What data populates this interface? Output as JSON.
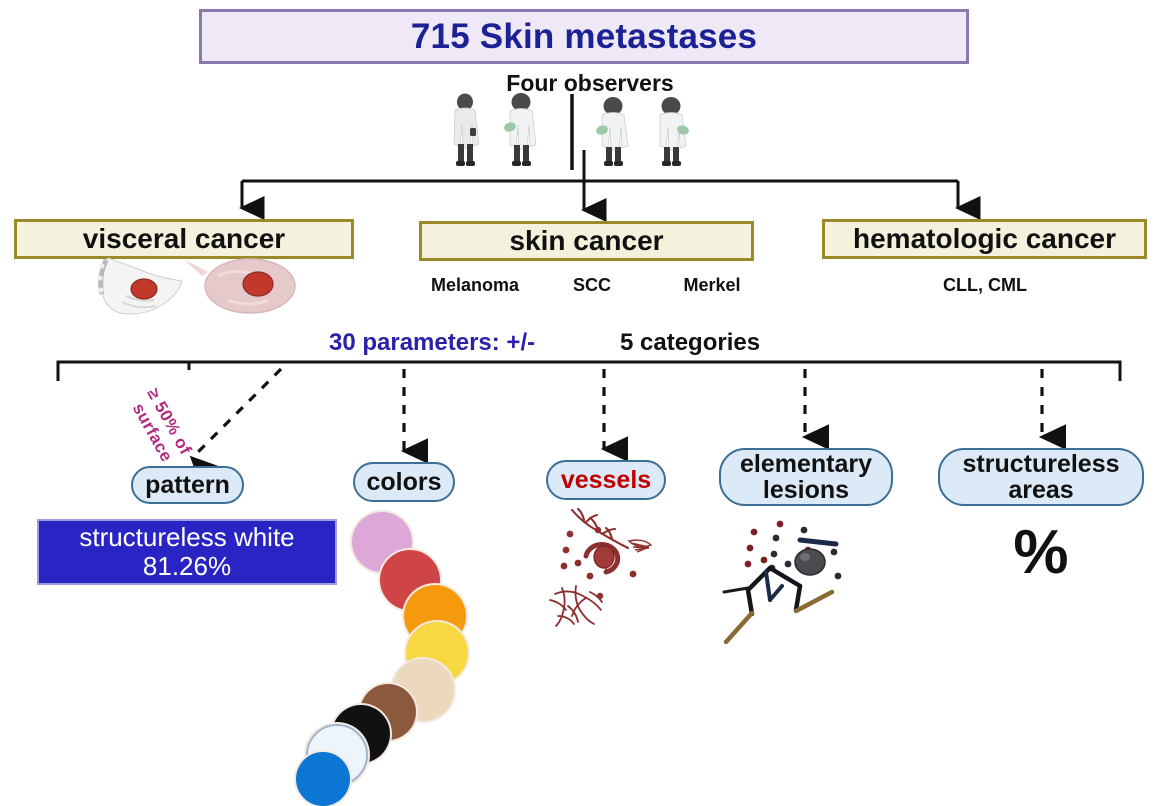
{
  "title": {
    "text": "715 Skin metastases",
    "box_bg": "#efe9f7",
    "border": "#8b79ae",
    "text_color": "#1c2196"
  },
  "observers": {
    "label": "Four observers",
    "count": 4,
    "icon": "doctor-figure-icon"
  },
  "cancer_groups": [
    {
      "id": "visceral",
      "label": "visceral cancer",
      "subtypes": [],
      "illustration": "breast-and-organ-tumor-icon"
    },
    {
      "id": "skin",
      "label": "skin cancer",
      "subtypes": [
        "Melanoma",
        "SCC",
        "Merkel"
      ],
      "illustration": ""
    },
    {
      "id": "hematologic",
      "label": "hematologic cancer",
      "subtypes": [
        "CLL, CML"
      ],
      "illustration": ""
    }
  ],
  "parameters_line": {
    "blue_text": "30 parameters: +/-",
    "black_text": "5 categories",
    "blue_color": "#2a21a8"
  },
  "categories": [
    {
      "id": "pattern",
      "label": "pattern",
      "label_color": "#111111",
      "annotation": {
        "line1": "≥ 50% of",
        "line2": "surface",
        "color": "#b3297f"
      }
    },
    {
      "id": "colors",
      "label": "colors",
      "label_color": "#111111"
    },
    {
      "id": "vessels",
      "label": "vessels",
      "label_color": "#c00000"
    },
    {
      "id": "lesions",
      "label_line1": "elementary",
      "label_line2": "lesions",
      "label_color": "#111111"
    },
    {
      "id": "structureless",
      "label_line1": "structureless",
      "label_line2": "areas",
      "label_color": "#111111",
      "value_glyph": "%"
    }
  ],
  "result": {
    "line1": "structureless white",
    "line2": "81.26%",
    "bg": "#2a24c4",
    "text_color": "#ffffff"
  },
  "color_swatches": [
    {
      "name": "pink",
      "hex": "#dda7d8"
    },
    {
      "name": "red",
      "hex": "#cf4545"
    },
    {
      "name": "orange",
      "hex": "#f59a0c"
    },
    {
      "name": "yellow",
      "hex": "#f7d842"
    },
    {
      "name": "beige",
      "hex": "#ecd9bd"
    },
    {
      "name": "brown",
      "hex": "#8b5a3c"
    },
    {
      "name": "black",
      "hex": "#111111"
    },
    {
      "name": "white",
      "hex": "#eef4fb"
    },
    {
      "name": "blue",
      "hex": "#0b76d4"
    }
  ],
  "box_style": {
    "cancer_bg": "#f4f1dc",
    "cancer_border": "#9b8a2a",
    "pill_bg": "#dce9f6",
    "pill_border": "#3c6f95"
  }
}
